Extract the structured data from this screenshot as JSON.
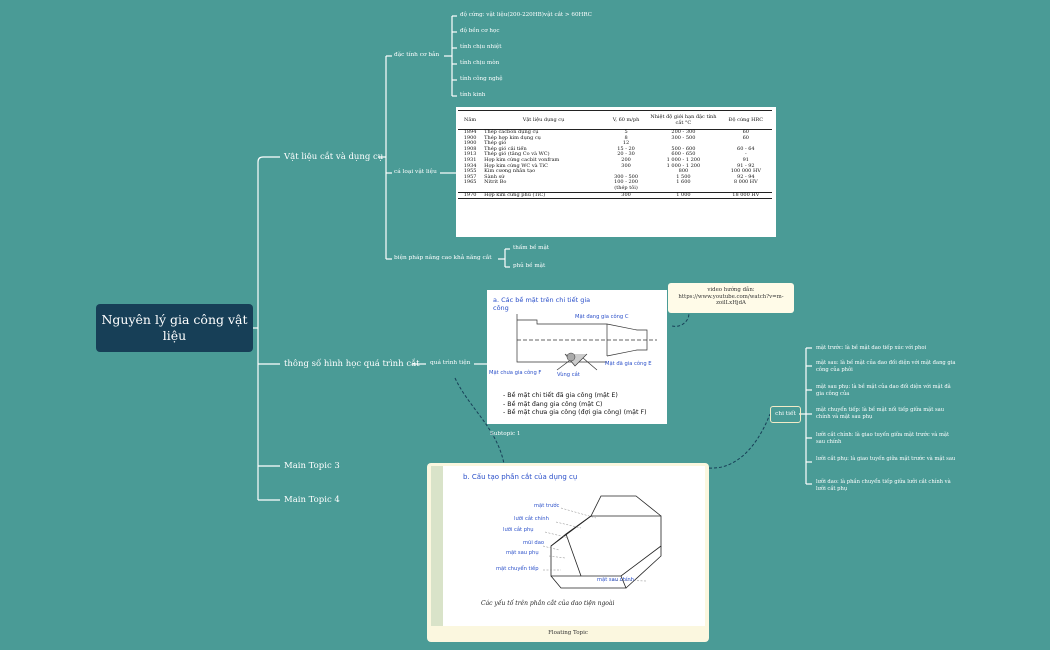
{
  "central": {
    "title": "Nguyên lý gia công vật liệu"
  },
  "main_topics": [
    {
      "label": "Vật liệu cắt và dụng cụ"
    },
    {
      "label": "thông số hình học quá trình cắt"
    },
    {
      "label": "Main Topic 3"
    },
    {
      "label": "Main Topic 4"
    }
  ],
  "vat_lieu": {
    "dac_tinh_label": "đặc tính cơ bản",
    "dac_tinh_items": [
      "độ cứng: vật liệu(200-220HB)vật cắt > 60HRC",
      "độ bền cơ học",
      "tính chịu nhiệt",
      "tính chịu mòn",
      "tính công nghệ",
      "tính kinh"
    ],
    "cac_loai_label": "cá loại vật liệu",
    "bien_phap_label": "biện pháp nâng cao khả năng cắt",
    "bien_phap_items": [
      "thấm bề mặt",
      "phủ bề mặt"
    ]
  },
  "history_table": {
    "headers": [
      "Năm",
      "Vật liệu dụng cụ",
      "V, 60 m/ph",
      "Nhiệt độ giới hạn đặc tính cắt °C",
      "Độ cứng HRC"
    ],
    "rows": [
      [
        "1894",
        "Thép cacbon dụng cụ",
        "5",
        "200 - 300",
        "60"
      ],
      [
        "1900",
        "Thép hợp kim dụng cụ",
        "8",
        "300 - 500",
        "60"
      ],
      [
        "1900",
        "Thép gió",
        "12",
        "",
        ""
      ],
      [
        "1908",
        "Thép gió cải tiến",
        "15 - 20",
        "500 - 600",
        "60 - 64"
      ],
      [
        "1913",
        "Thép gió (tăng Co và WC)",
        "20 - 30",
        "600 - 650",
        "-"
      ],
      [
        "1931",
        "Hợp kim cứng cacbit vonfram",
        "200",
        "1 000 - 1 200",
        "91"
      ],
      [
        "1934",
        "Hợp kim cứng WC và TiC",
        "300",
        "1 000 - 1 200",
        "91 - 92"
      ],
      [
        "1955",
        "Kim cương nhân tạo",
        "",
        "800",
        "100 000 HV"
      ],
      [
        "1957",
        "Sành sứ",
        "300 - 500",
        "1 500",
        "92 - 94"
      ],
      [
        "1965",
        "Nitrit Bo",
        "100 - 200",
        "1 600",
        "8 000 HV"
      ],
      [
        "",
        "",
        "(thép tôi)",
        "",
        ""
      ],
      [
        "1970",
        "Hợp kim cứng phủ (TiC)",
        "300",
        "1 000",
        "18 000 HV"
      ]
    ]
  },
  "thong_so": {
    "qua_trinh_tien_label": "quá trình tiện",
    "image_heading": "a. Các bề mặt trên chi tiết gia công",
    "image_labels": {
      "dang_gia_cong": "Mặt đang gia công C",
      "da_gia_cong": "Mặt đã gia công E",
      "chua_gia_cong": "Mặt chưa gia công F",
      "vung_cat": "Vùng cắt"
    },
    "bullets": [
      "- Bề mặt chi tiết đã gia công (mặt E)",
      "- Bề mặt đang gia công (mặt C)",
      "- Bề mặt chưa gia công (đợi gia công) (mặt F)"
    ],
    "subtopic_label": "Subtopic 1",
    "video_note": "video hướng dẫn: https://www.youtube.com/watch?v=m-zoilLxHjdA"
  },
  "floating": {
    "heading": "b. Cấu tạo phần cắt của dụng cụ",
    "labels": [
      "mặt trước",
      "lưỡi cắt chính",
      "lưỡi cắt phụ",
      "mũi dao",
      "mặt sau phụ",
      "mặt chuyển tiếp",
      "mặt sau chính"
    ],
    "caption": "Các yếu tố trên phần cắt của dao tiện ngoài",
    "label": "Floating Topic"
  },
  "chi_tiet": {
    "label": "chi tiết",
    "items": [
      "mặt trước: là bề mặt dao tiếp xúc với phoi",
      "mặt sau: là bề mặt của dao đối diện với mặt đang gia công của phôi",
      "mặt sau phụ: là bề mặt của dao đối diện với mặt đã gia công của",
      "mặt chuyển tiếp: là bề mặt nối tiếp giữa mặt sau chính và mặt sau phụ",
      "lưỡi cắt chính: là giao tuyến giữa mặt trước và mặt sau chính",
      "lưỡi cắt phụ: là giao tuyến giữa mặt trước và mặt sau",
      "lưỡi dao: là phần chuyển tiếp giữa lưỡi cắt chính và lưỡi cắt phụ"
    ]
  }
}
